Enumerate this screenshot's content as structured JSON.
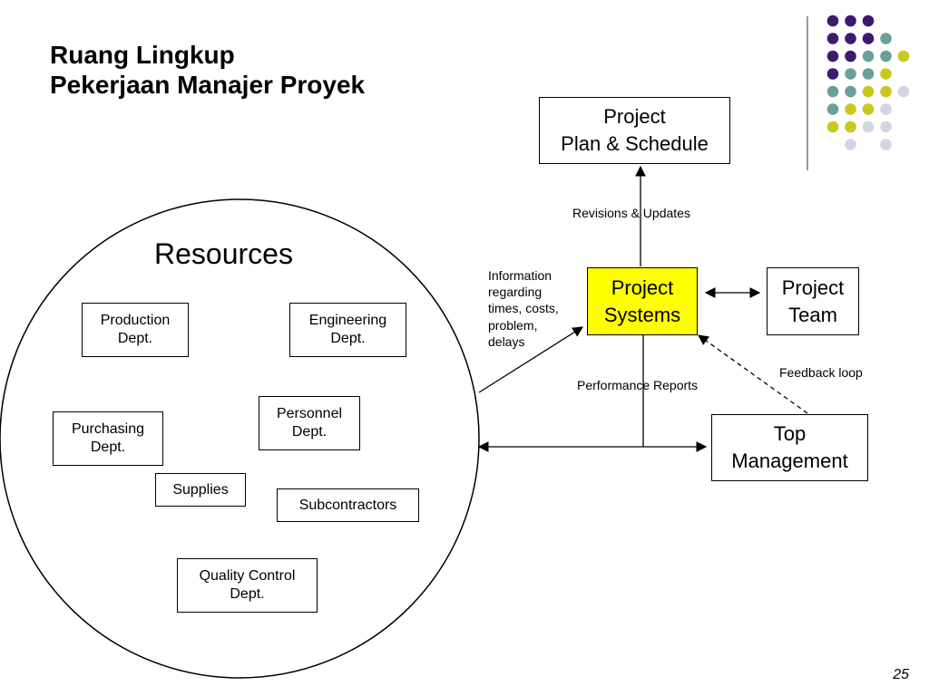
{
  "title": {
    "line1": "Ruang Lingkup",
    "line2": "Pekerjaan Manajer Proyek"
  },
  "resources": {
    "title": "Resources",
    "depts": {
      "production": [
        "Production",
        "Dept."
      ],
      "engineering": [
        "Engineering",
        "Dept."
      ],
      "purchasing": [
        "Purchasing",
        "Dept."
      ],
      "personnel": [
        "Personnel",
        "Dept."
      ],
      "supplies": "Supplies",
      "subcontractors": "Subcontractors",
      "quality_control": [
        "Quality Control",
        "Dept."
      ]
    }
  },
  "nodes": {
    "project_plan": [
      "Project",
      "Plan & Schedule"
    ],
    "project_systems": [
      "Project",
      "Systems"
    ],
    "project_team": [
      "Project",
      "Team"
    ],
    "top_management": [
      "Top",
      "Management"
    ]
  },
  "labels": {
    "revisions": "Revisions & Updates",
    "information": [
      "Information",
      "regarding",
      "times, costs,",
      "problem,",
      "delays"
    ],
    "performance": "Performance Reports",
    "feedback": "Feedback loop"
  },
  "slide_number": "25",
  "colors": {
    "highlight": "#ffff00",
    "purple": "#3d1a6e",
    "teal": "#6b9e9c",
    "olive": "#c8c820",
    "lavender": "#d4d4e6"
  },
  "dot_grid": [
    [
      "purple",
      "purple",
      "purple",
      null
    ],
    [
      "purple",
      "purple",
      "purple",
      "teal"
    ],
    [
      "purple",
      "purple",
      "teal",
      "teal",
      "olive"
    ],
    [
      "purple",
      "teal",
      "teal",
      "olive"
    ],
    [
      "teal",
      "teal",
      "olive",
      "olive",
      "lavender"
    ],
    [
      "teal",
      "olive",
      "olive",
      "lavender"
    ],
    [
      "olive",
      "olive",
      "lavender",
      "lavender"
    ],
    [
      null,
      "lavender",
      null,
      "lavender"
    ]
  ]
}
